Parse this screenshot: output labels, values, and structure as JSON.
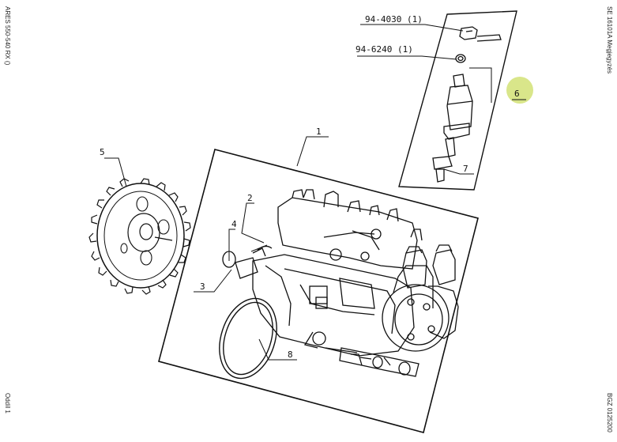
{
  "left_margin": {
    "top_text": "ARES 550-540 RX ()",
    "bottom_text": "Oddíl 1"
  },
  "right_margin": {
    "top_text": "SE 16101A  Megjegyzés",
    "bottom_text": "BGZ 0125200"
  },
  "parts": {
    "part_94_4030": "94-4030 (1)",
    "part_94_6240": "94-6240 (1)"
  },
  "callouts": {
    "c1": "1",
    "c2": "2",
    "c3": "3",
    "c4": "4",
    "c5": "5",
    "c6": "6",
    "c7": "7",
    "c8": "8"
  },
  "highlight_color": "#d9e68a"
}
